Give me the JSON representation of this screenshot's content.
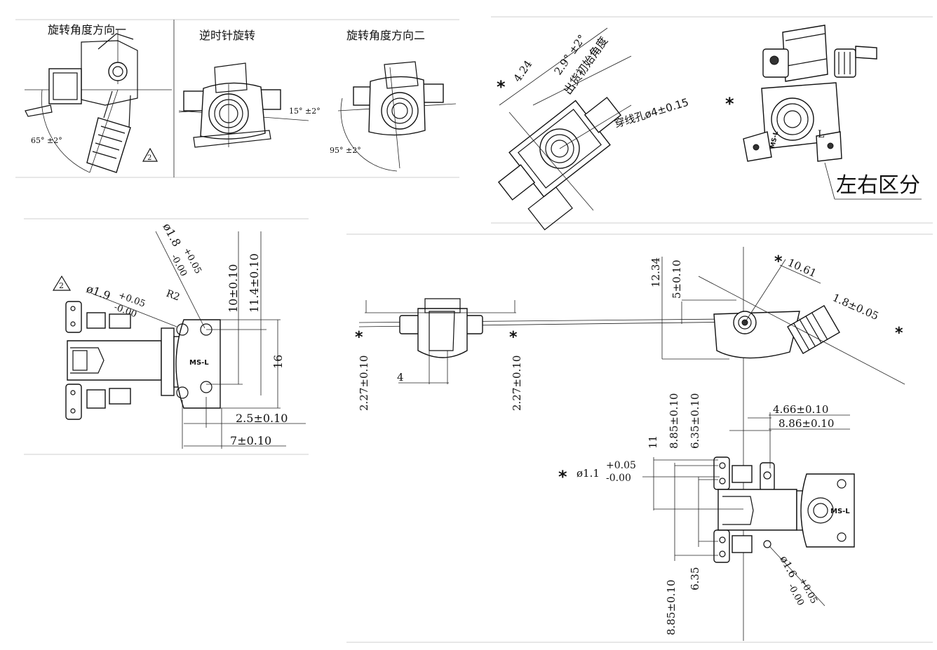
{
  "panel_a": {
    "view1_title": "旋转角度方向一",
    "view2_title": "逆时针旋转",
    "view3_title": "旋转角度方向二",
    "angle_65": "65° ±2°",
    "angle_15": "15° ±2°",
    "angle_95": "95° ±2°",
    "revision_mark": "2"
  },
  "panel_b": {
    "asterisk": "*",
    "dim_424": "4.24",
    "dim_29": "2.9° ±2°",
    "initial_angle": "出货初始角度",
    "hole_dim": "穿线孔ø4±0.15",
    "left_right": "左右区分",
    "part_mark": "MS-L",
    "side_mark": "L"
  },
  "panel_c": {
    "revision_mark": "2",
    "dia_19": "ø1.9",
    "dia_19_tol_plus": "+0.05",
    "dia_19_tol_minus": "-0.00",
    "dia_18": "ø1.8",
    "dia_18_tol_plus": "+0.05",
    "dia_18_tol_minus": "-0.00",
    "radius": "R2",
    "dim_10": "10±0.10",
    "dim_114": "11.4±0.10",
    "dim_16": "16",
    "dim_25": "2.5±0.10",
    "dim_7": "7±0.10",
    "part_mark": "MS-L"
  },
  "panel_d": {
    "asterisk": "*",
    "dim_227_left": "2.27±0.10",
    "dim_227_right": "2.27±0.10",
    "dim_4": "4",
    "dim_1234": "12.34",
    "dim_5": "5±0.10",
    "dim_1061": "10.61",
    "dim_18": "1.8±0.05",
    "dim_466": "4.66±0.10",
    "dim_886": "8.86±0.10",
    "dim_885_top": "8.85±0.10",
    "dim_635_top": "6.35±0.10",
    "dim_11": "11",
    "dia_11": "ø1.1",
    "dia_11_tol_plus": "+0.05",
    "dia_11_tol_minus": "-0.00",
    "dia_16": "ø1.6",
    "dia_16_tol_plus": "+0.05",
    "dia_16_tol_minus": "-0.00",
    "dim_885_bottom": "8.85±0.10",
    "dim_635_bottom": "6.35",
    "part_mark": "MS-L"
  }
}
